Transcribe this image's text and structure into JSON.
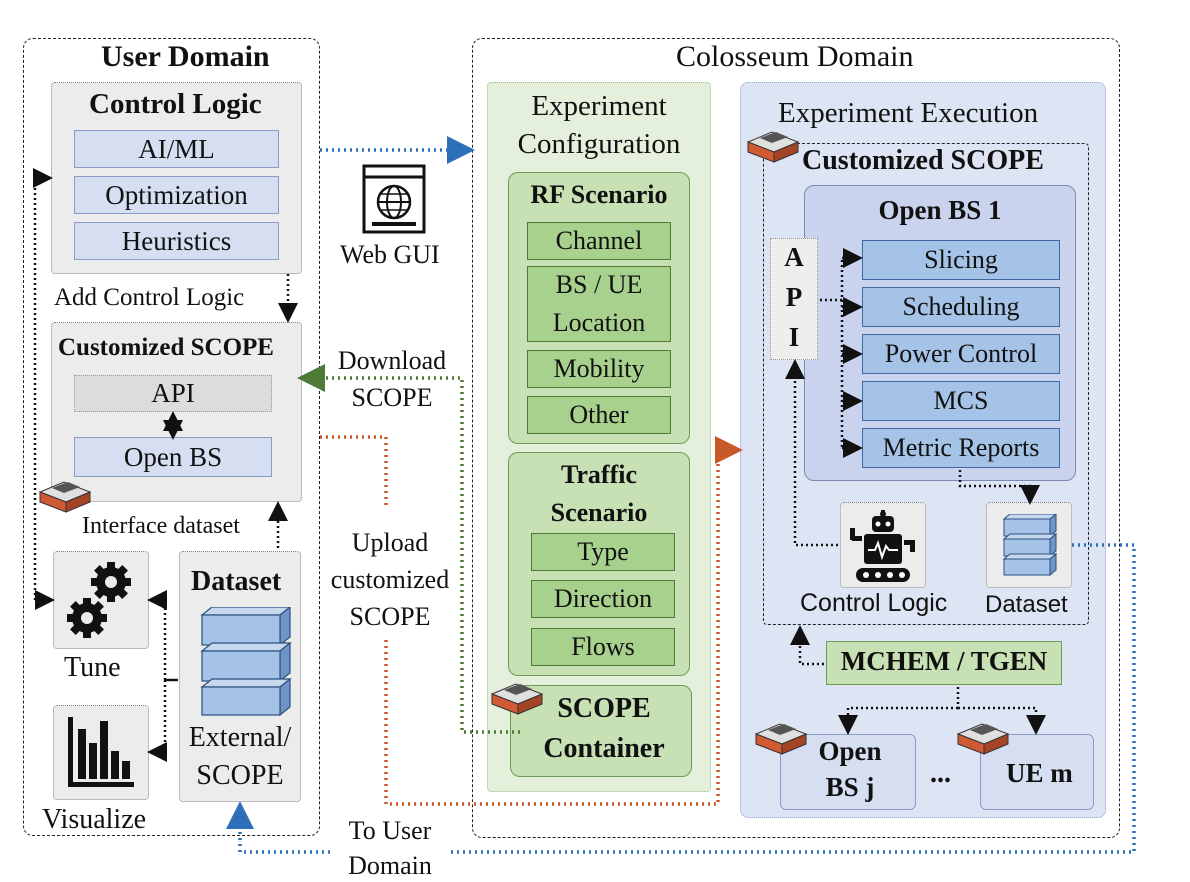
{
  "user_domain": {
    "title": "User Domain",
    "control_logic": {
      "title": "Control Logic",
      "items": [
        "AI/ML",
        "Optimization",
        "Heuristics"
      ]
    },
    "add_control_logic": "Add Control Logic",
    "customized_scope": {
      "title": "Customized SCOPE",
      "api": "API",
      "open_bs": "Open BS"
    },
    "interface_dataset": "Interface dataset",
    "tune": "Tune",
    "visualize": "Visualize",
    "dataset": {
      "title": "Dataset",
      "caption_line1": "External/",
      "caption_line2": "SCOPE"
    }
  },
  "middle": {
    "web_gui": "Web GUI",
    "download_line1": "Download",
    "download_line2": "SCOPE",
    "upload_line1": "Upload",
    "upload_line2": "customized",
    "upload_line3": "SCOPE",
    "to_user_line1": "To User",
    "to_user_line2": "Domain"
  },
  "colosseum_domain": {
    "title": "Colosseum Domain",
    "experiment_configuration": {
      "title_line1": "Experiment",
      "title_line2": "Configuration",
      "rf_scenario": {
        "title": "RF Scenario",
        "items": [
          "Channel",
          "BS / UE\nLocation",
          "Mobility",
          "Other"
        ]
      },
      "traffic_scenario": {
        "title_line1": "Traffic",
        "title_line2": "Scenario",
        "items": [
          "Type",
          "Direction",
          "Flows"
        ]
      },
      "scope_container_line1": "SCOPE",
      "scope_container_line2": "Container"
    },
    "experiment_execution": {
      "title": "Experiment Execution",
      "customized_scope": "Customized SCOPE",
      "open_bs_1": "Open BS 1",
      "api_letters": [
        "A",
        "P",
        "I"
      ],
      "functions": [
        "Slicing",
        "Scheduling",
        "Power Control",
        "MCS",
        "Metric Reports"
      ],
      "control_logic": "Control Logic",
      "dataset": "Dataset",
      "mchem_tgen": "MCHEM / TGEN",
      "open_bs_j_line1": "Open",
      "open_bs_j_line2": "BS j",
      "ellipsis": "...",
      "ue_m": "UE m"
    }
  },
  "colors": {
    "blue_arrow": "#2e6fba",
    "green_arrow": "#4d7a37",
    "orange_arrow": "#c75a28",
    "black_arrow": "#111111"
  },
  "icons": [
    "globe-window-icon",
    "gears-icon",
    "bar-chart-icon",
    "robot-icon",
    "dataset-stack-icon",
    "scope-logo-icon"
  ]
}
